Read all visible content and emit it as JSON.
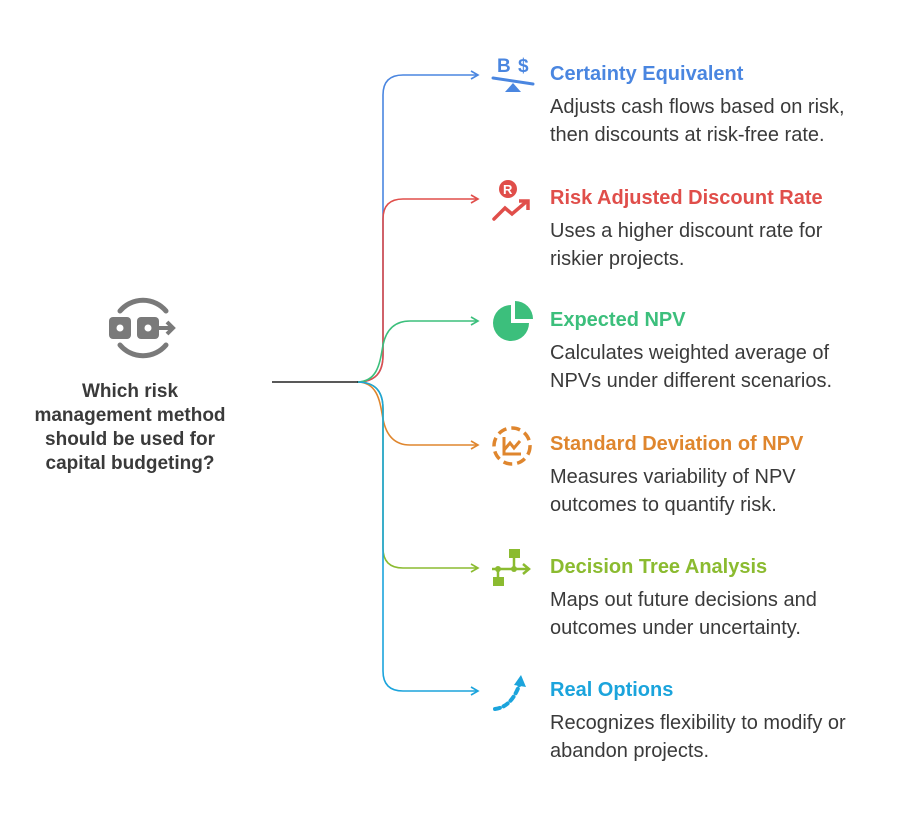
{
  "question": "Which risk management method should be used for capital budgeting?",
  "colors": {
    "blue": "#4a86e0",
    "red": "#e04e4a",
    "green": "#3cbf7c",
    "orange": "#df862e",
    "lime": "#8bbb30",
    "cyan": "#1ba4dc",
    "gray": "#7a7a7a"
  },
  "methods": [
    {
      "title": "Certainty Equivalent",
      "desc": "Adjusts cash flows based on risk, then discounts at risk-free rate.",
      "icon": "balance-scale-currency-icon"
    },
    {
      "title": "Risk Adjusted Discount Rate",
      "desc": "Uses a higher discount rate for riskier projects.",
      "icon": "rising-rate-icon"
    },
    {
      "title": "Expected NPV",
      "desc": "Calculates weighted average of NPVs under different scenarios.",
      "icon": "pie-chart-icon"
    },
    {
      "title": "Standard Deviation of NPV",
      "desc": "Measures variability of NPV outcomes to quantify risk.",
      "icon": "dashed-chart-icon"
    },
    {
      "title": "Decision Tree Analysis",
      "desc": "Maps out future decisions and outcomes under uncertainty.",
      "icon": "flowchart-icon"
    },
    {
      "title": "Real Options",
      "desc": "Recognizes flexibility to modify or abandon projects.",
      "icon": "curved-arrow-icon"
    }
  ]
}
